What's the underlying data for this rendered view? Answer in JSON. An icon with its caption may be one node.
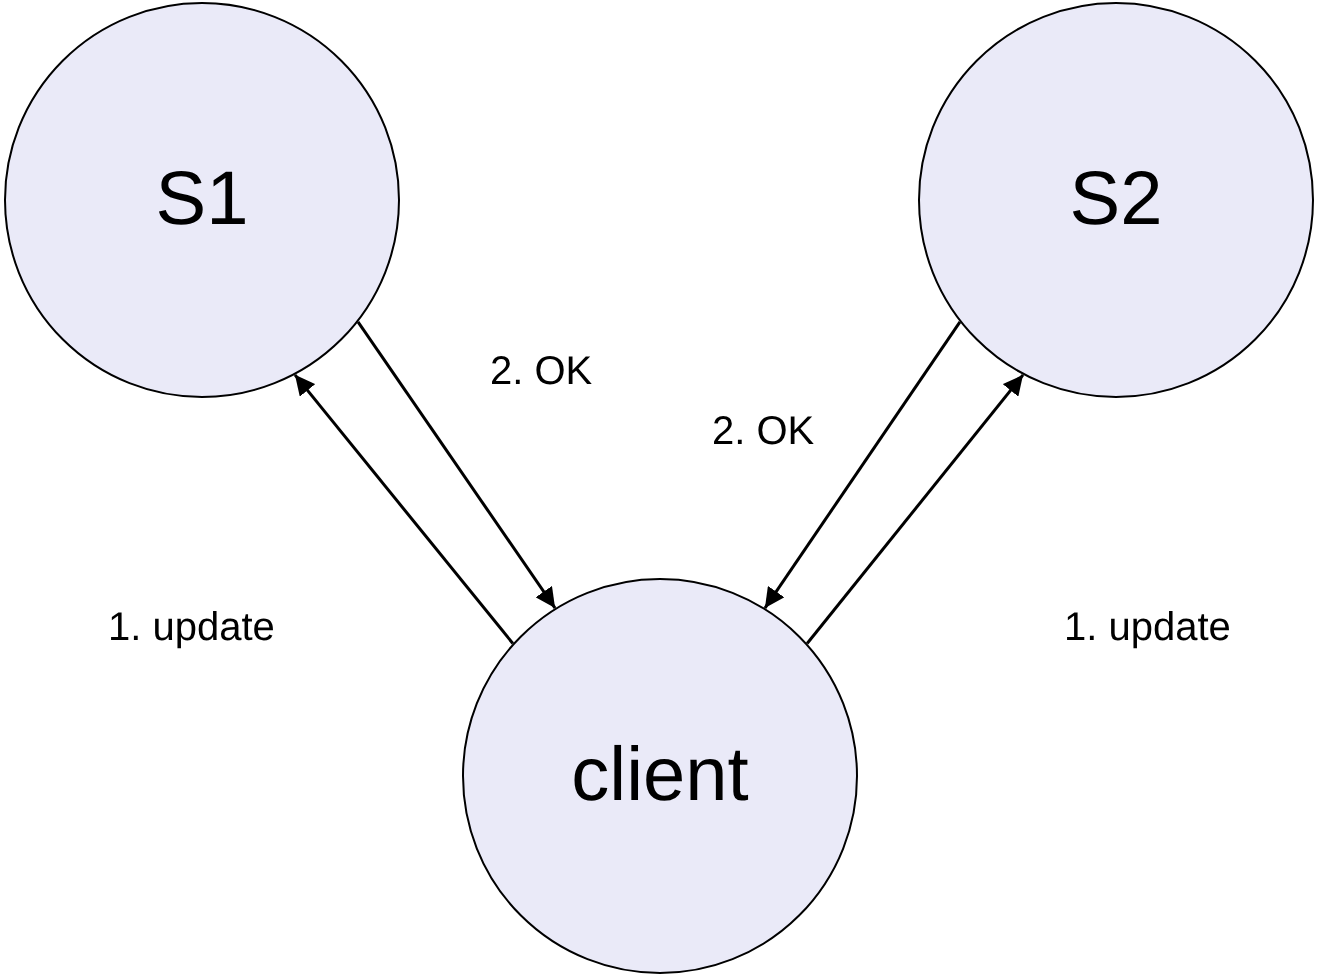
{
  "diagram": {
    "nodes": [
      {
        "text": [
          "S1"
        ]
      },
      {
        "text": [
          "S2"
        ]
      },
      {
        "text": [
          "client"
        ]
      }
    ],
    "edges": [
      {
        "from": 2,
        "to": 0,
        "arrow": "to",
        "label": "1. update"
      },
      {
        "from": 0,
        "to": 2,
        "arrow": "to",
        "label": "2. OK"
      },
      {
        "from": 1,
        "to": 2,
        "arrow": "to",
        "label": "2. OK"
      },
      {
        "from": 2,
        "to": 1,
        "arrow": "to",
        "label": "1. update"
      }
    ]
  }
}
